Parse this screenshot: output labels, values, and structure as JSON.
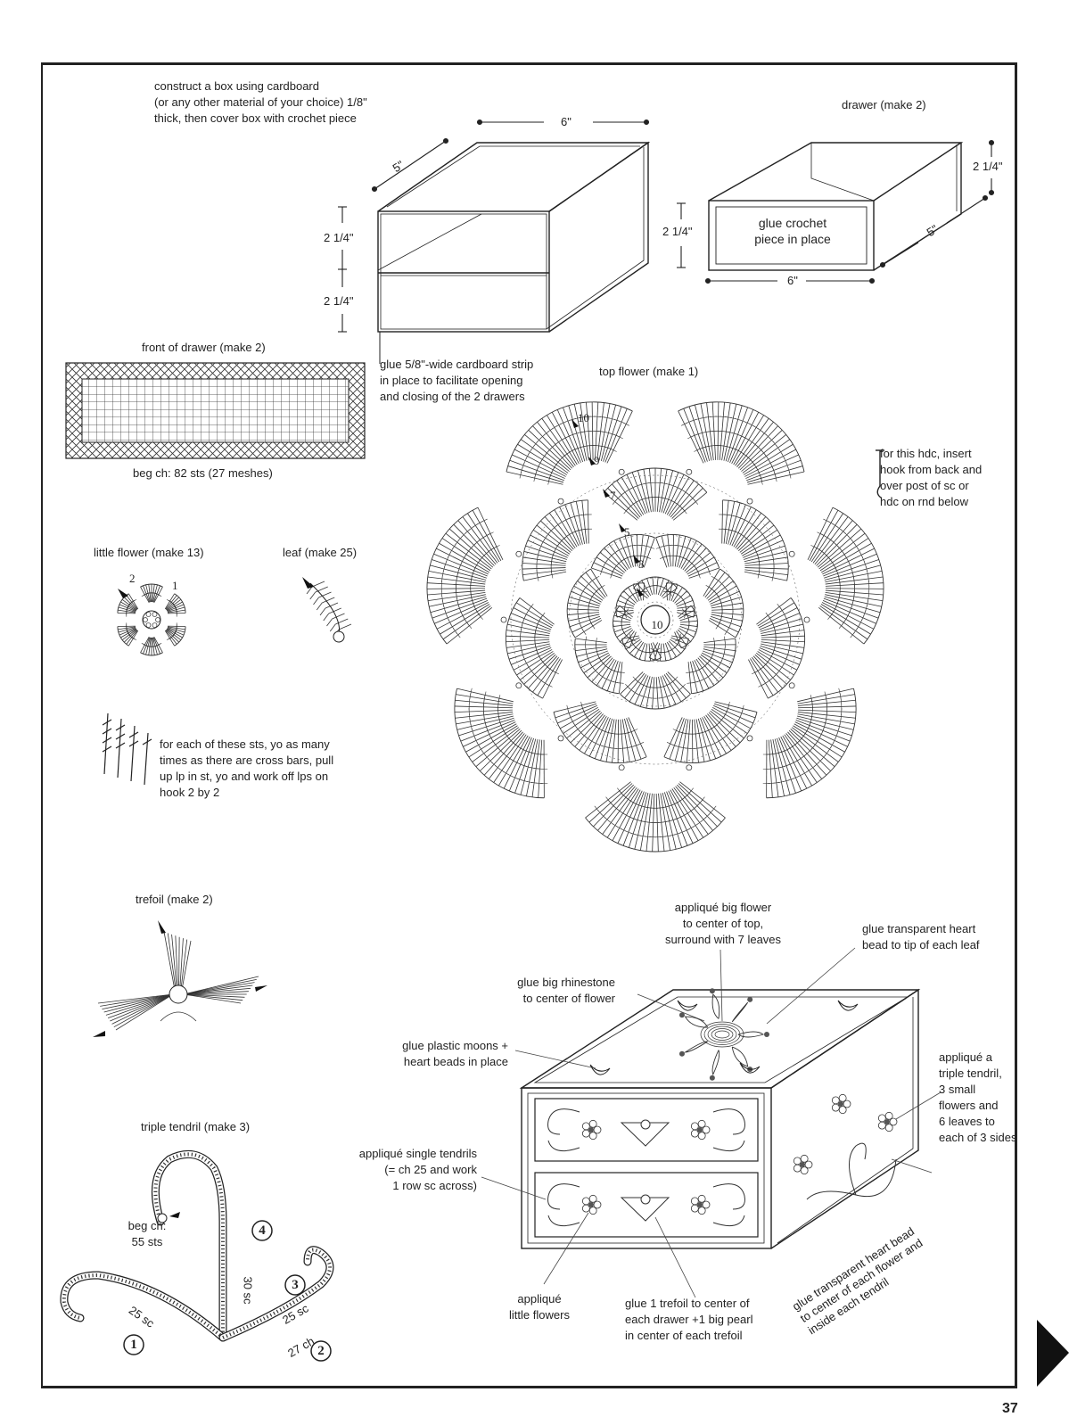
{
  "box": {
    "instructions": "construct a box using cardboard\n(or any other material of your choice) 1/8\"\nthick, then cover box with crochet piece",
    "dim_width": "6\"",
    "dim_depth": "5\"",
    "dim_height_top": "2 1/4\"",
    "dim_height_bottom": "2 1/4\"",
    "strip_note": "glue 5/8\"-wide cardboard strip\nin place to facilitate opening\nand closing of the 2 drawers"
  },
  "drawer": {
    "title": "drawer (make 2)",
    "dim_height_left": "2 1/4\"",
    "dim_height_right": "2 1/4\"",
    "dim_depth": "5\"",
    "dim_width": "6\"",
    "front_label": "glue crochet\npiece in place"
  },
  "front_of_drawer": {
    "title": "front of drawer (make 2)",
    "caption": "beg ch:  82 sts (27 meshes)"
  },
  "top_flower": {
    "title": "top flower (make 1)",
    "center_label": "10",
    "round_labels": [
      "10",
      "9",
      "7",
      "5",
      "3"
    ],
    "hdc_note": "for this hdc, insert\nhook from back and\nover post of sc or\nhdc on rnd below"
  },
  "little_flower": {
    "title": "little flower (make 13)",
    "marker_2": "2",
    "marker_1": "1"
  },
  "leaf": {
    "title": "leaf (make 25)"
  },
  "stitch_note": "for each of these sts, yo as many\ntimes as there are cross bars, pull\nup lp in st, yo and work off lps on\nhook 2 by 2",
  "trefoil": {
    "title": "trefoil (make 2)"
  },
  "triple_tendril": {
    "title": "triple tendril (make 3)",
    "beg_ch": "beg ch:\n55 sts",
    "seg_1": "25 sc",
    "seg_2": "27 ch",
    "seg_3": "25 sc",
    "seg_4": "30 sc",
    "num_1": "1",
    "num_2": "2",
    "num_3": "3",
    "num_4": "4"
  },
  "assembly": {
    "big_flower": "appliqué big flower\nto center of top,\nsurround with 7 leaves",
    "heart_bead_leaf": "glue transparent heart\nbead to tip of each leaf",
    "rhinestone": "glue big rhinestone\nto center of flower",
    "moons": "glue plastic moons +\nheart beads in place",
    "triple_tendril_sides": "appliqué a\ntriple tendril,\n3 small\nflowers and\n6 leaves to\neach of 3 sides",
    "single_tendrils": "appliqué single tendrils\n(= ch 25 and work\n1 row sc across)",
    "heart_bead_flower": "glue transparent heart bead\nto center of each flower and\ninside each tendril",
    "little_flowers": "appliqué\nlittle flowers",
    "trefoil_pearl": "glue 1 trefoil to center of\neach drawer +1 big pearl\nin center of each trefoil"
  },
  "page_number": "37"
}
